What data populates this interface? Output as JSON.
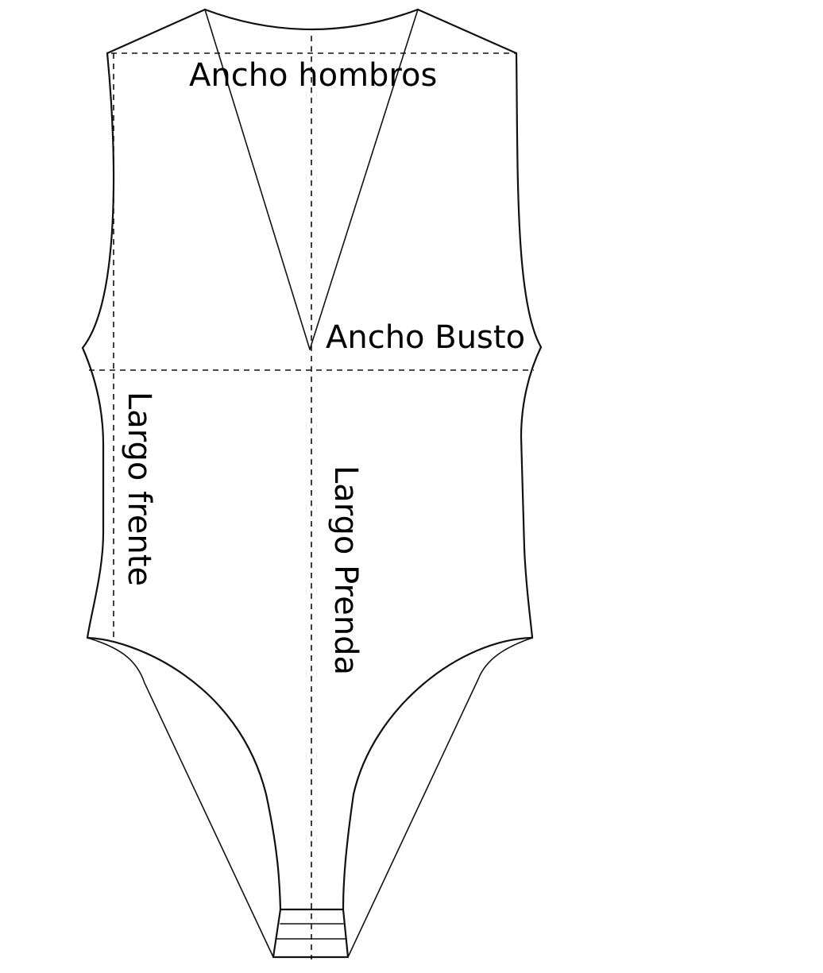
{
  "labels": {
    "shoulder_width": "Ancho hombros",
    "bust_width": "Ancho Busto",
    "front_length": "Largo frente",
    "garment_length": "Largo Prenda"
  },
  "colors": {
    "line": "#111111",
    "background": "#ffffff"
  }
}
